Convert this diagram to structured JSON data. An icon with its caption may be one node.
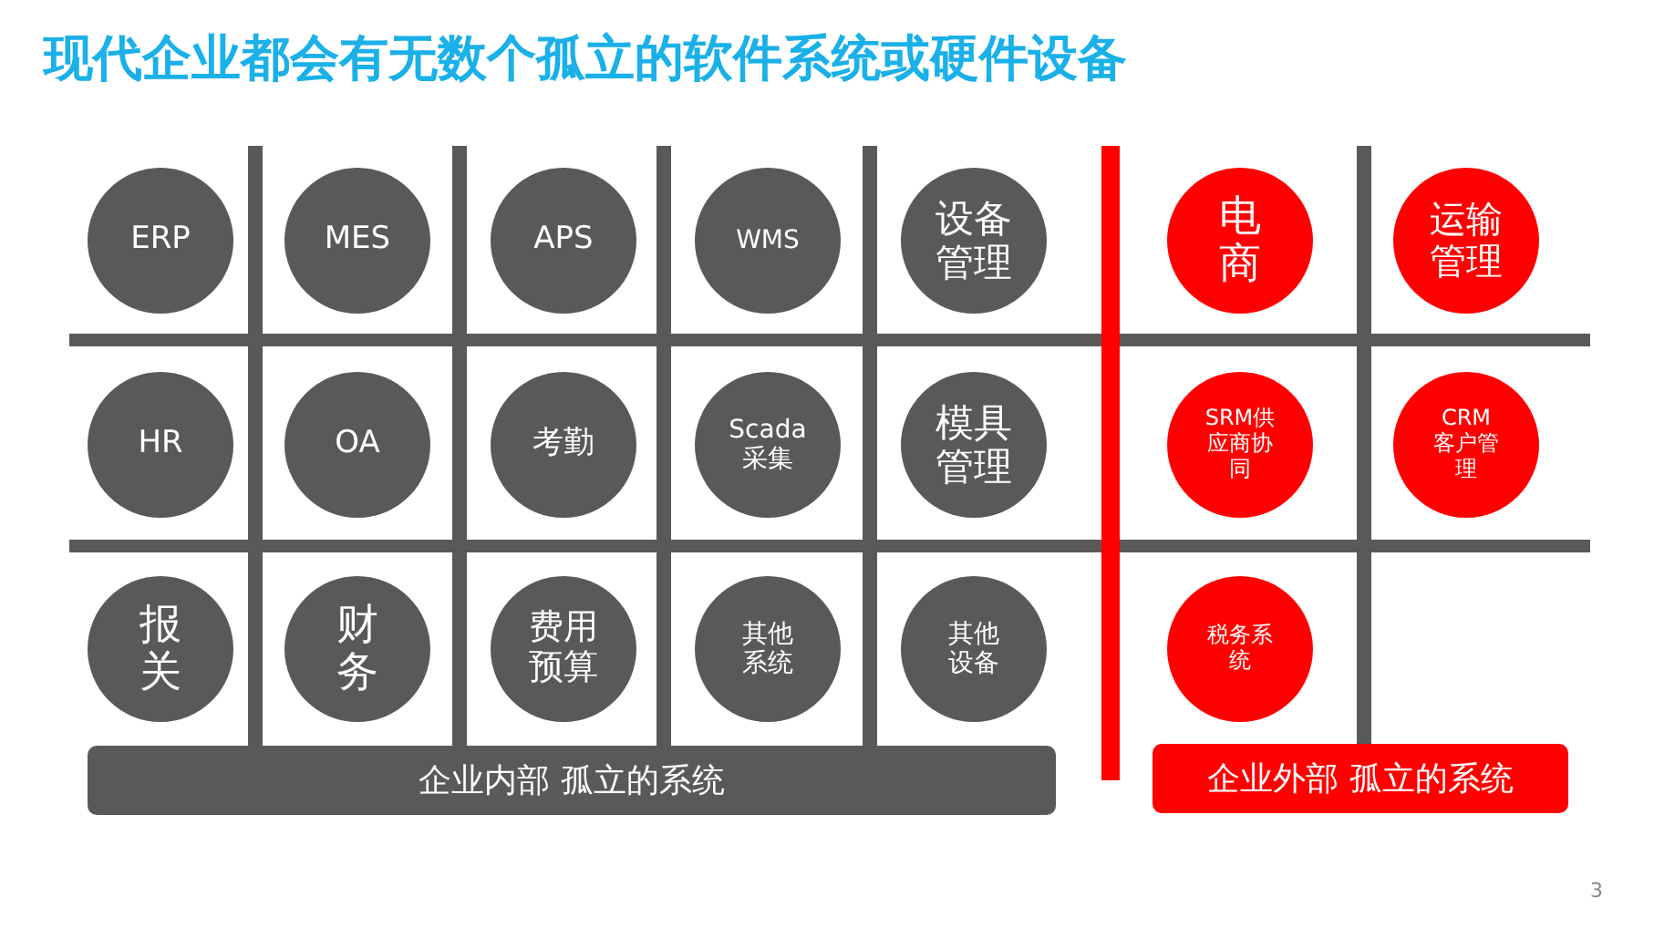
{
  "diagram": {
    "title": "现代企业都会有无数个孤立的软件系统或硬件设备",
    "nodes": [
      {
        "text": [
          "ERP"
        ]
      },
      {
        "text": [
          "MES"
        ]
      },
      {
        "text": [
          "APS"
        ]
      },
      {
        "text": [
          "WMS"
        ]
      },
      {
        "text": [
          "设备管理"
        ]
      },
      {
        "text": [
          "电商"
        ]
      },
      {
        "text": [
          "运输管理"
        ]
      },
      {
        "text": [
          "HR"
        ]
      },
      {
        "text": [
          "OA"
        ]
      },
      {
        "text": [
          "考勤"
        ]
      },
      {
        "text": [
          "Scada 采集"
        ]
      },
      {
        "text": [
          "模具管理"
        ]
      },
      {
        "text": [
          "SRM供应商协同"
        ]
      },
      {
        "text": [
          "CRM 客户管理"
        ]
      },
      {
        "text": [
          "报关"
        ]
      },
      {
        "text": [
          "财务"
        ]
      },
      {
        "text": [
          "费用预算"
        ]
      },
      {
        "text": [
          "其他系统"
        ]
      },
      {
        "text": [
          "其他设备"
        ]
      },
      {
        "text": [
          "税务系统"
        ]
      },
      {
        "text": [
          "企业内部 孤立的系统"
        ]
      },
      {
        "text": [
          "企业外部 孤立的系统"
        ]
      }
    ],
    "edges": [],
    "labels": [
      "3"
    ]
  }
}
